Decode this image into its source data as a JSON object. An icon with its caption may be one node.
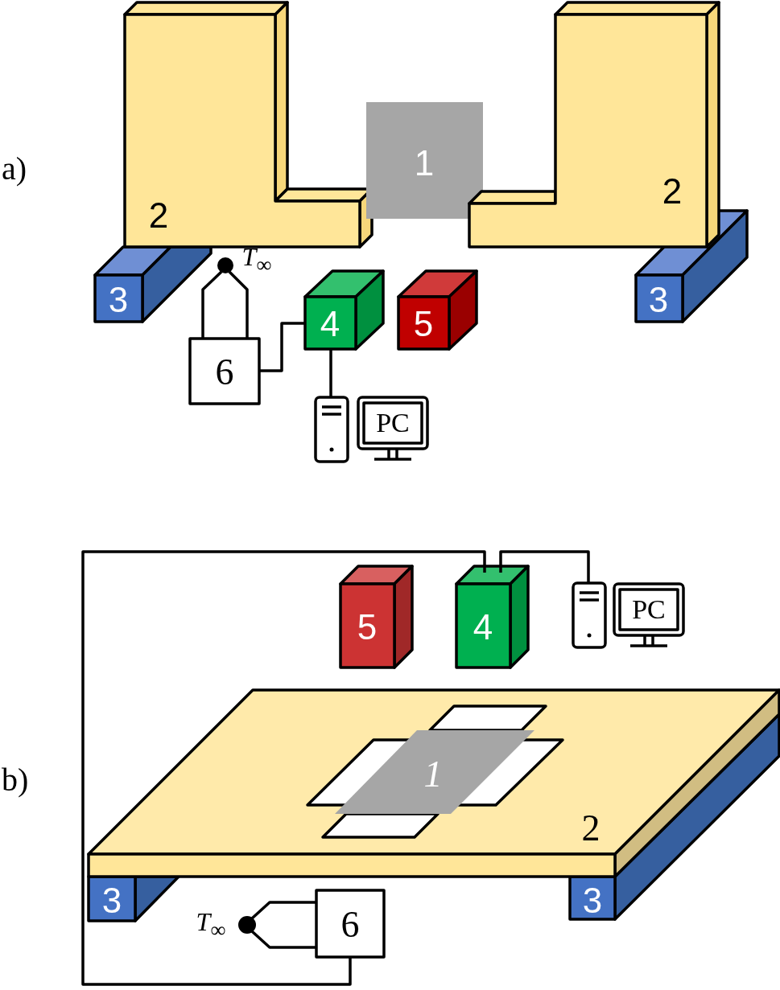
{
  "diagram": {
    "nodes": [
      {
        "text": [
          "2"
        ]
      },
      {
        "text": [
          "1"
        ]
      },
      {
        "text": [
          "2"
        ]
      },
      {
        "text": [
          "3"
        ]
      },
      {
        "text": [
          "*T*$_{∞}$"
        ]
      },
      {
        "text": [
          "4"
        ]
      },
      {
        "text": [
          "5"
        ]
      },
      {
        "text": [
          "3"
        ]
      },
      {
        "text": [
          "6"
        ]
      },
      {
        "text": [
          "PC"
        ]
      },
      {
        "text": [
          "5"
        ]
      },
      {
        "text": [
          "4"
        ]
      },
      {
        "text": [
          "PC"
        ]
      },
      {
        "text": [
          "2"
        ]
      },
      {
        "text": [
          "1"
        ],
        "in": 13
      },
      {
        "text": [
          "3"
        ]
      },
      {
        "text": [
          "3"
        ]
      },
      {
        "text": [
          "*T*$_{∞}$"
        ]
      },
      {
        "text": [
          "6"
        ]
      }
    ],
    "edges": [
      {
        "from": 4,
        "to": 8,
        "arrow": "none"
      },
      {
        "from": 8,
        "to": 5,
        "arrow": "none"
      },
      {
        "from": 5,
        "to": 9,
        "arrow": "none"
      },
      {
        "from": 11,
        "to": 12,
        "arrow": "none"
      },
      {
        "from": 11,
        "to": 18,
        "arrow": "none"
      },
      {
        "from": 17,
        "to": 18,
        "arrow": "none"
      }
    ],
    "labels": [
      "a)",
      "b)"
    ]
  }
}
